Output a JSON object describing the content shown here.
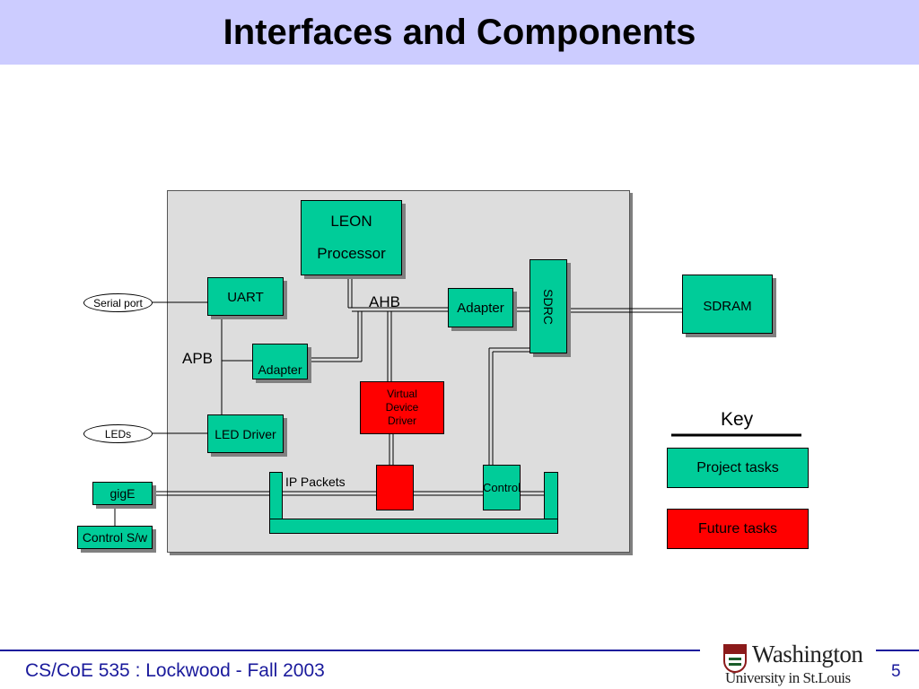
{
  "slide": {
    "title": "Interfaces and Components",
    "footer": "CS/CoE 535 : Lockwood - Fall 2003",
    "page_number": "5",
    "logo": {
      "line1": "Washington",
      "line2": "University in St.Louis"
    }
  },
  "diagram": {
    "leon_line1": "LEON",
    "leon_line2": "Processor",
    "uart": "UART",
    "ahb": "AHB",
    "adapter_ahb": "Adapter",
    "sdrc": "SDRC",
    "sdram": "SDRAM",
    "apb": "APB",
    "adapter_apb": "Adapter",
    "vdd_line1": "Virtual",
    "vdd_line2": "Device",
    "vdd_line3": "Driver",
    "led_driver": "LED Driver",
    "serial_port": "Serial port",
    "leds": "LEDs",
    "gige": "gigE",
    "control_sw": "Control S/w",
    "ip_packets": "IP Packets",
    "control": "Control"
  },
  "key": {
    "title": "Key",
    "project": "Project tasks",
    "future": "Future tasks"
  },
  "colors": {
    "header_bg": "#ccccff",
    "teal": "#00cc99",
    "red": "#ff0000",
    "panel": "#dddddd",
    "footer_text": "#1a1a9c"
  }
}
